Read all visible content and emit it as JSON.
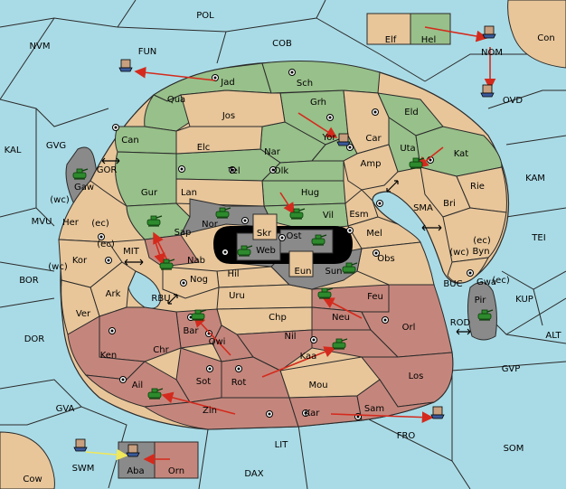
{
  "colors": {
    "sea": "#a9dbe6",
    "green": "#98c08a",
    "tan": "#e8c69a",
    "red": "#c4867c",
    "gray": "#8a8a8a",
    "black": "#000000",
    "arrow": "#d42a1d",
    "yellow_arrow": "#f0e85a"
  },
  "sea_labels": [
    {
      "id": "POL",
      "text": "POL"
    },
    {
      "id": "NVM",
      "text": "NVM"
    },
    {
      "id": "FUN",
      "text": "FUN"
    },
    {
      "id": "COB",
      "text": "COB"
    },
    {
      "id": "NOM",
      "text": "NOM"
    },
    {
      "id": "Con",
      "text": "Con"
    },
    {
      "id": "OVD",
      "text": "OVD"
    },
    {
      "id": "KAL",
      "text": "KAL"
    },
    {
      "id": "GVG",
      "text": "GVG"
    },
    {
      "id": "GOR",
      "text": "GOR"
    },
    {
      "id": "KAM",
      "text": "KAM"
    },
    {
      "id": "SMA",
      "text": "SMA"
    },
    {
      "id": "TEI",
      "text": "TEI"
    },
    {
      "id": "MVU",
      "text": "MVU"
    },
    {
      "id": "MIT",
      "text": "MIT"
    },
    {
      "id": "BOR",
      "text": "BOR"
    },
    {
      "id": "RBU",
      "text": "RBU"
    },
    {
      "id": "BUC",
      "text": "BUC"
    },
    {
      "id": "KUP",
      "text": "KUP"
    },
    {
      "id": "DOR",
      "text": "DOR"
    },
    {
      "id": "ROD",
      "text": "ROD"
    },
    {
      "id": "ALT",
      "text": "ALT"
    },
    {
      "id": "GVP",
      "text": "GVP"
    },
    {
      "id": "GVA",
      "text": "GVA"
    },
    {
      "id": "FRO",
      "text": "FRO"
    },
    {
      "id": "SOM",
      "text": "SOM"
    },
    {
      "id": "LIT",
      "text": "LIT"
    },
    {
      "id": "SWM",
      "text": "SWM"
    },
    {
      "id": "DAX",
      "text": "DAX"
    },
    {
      "id": "Cow",
      "text": "Cow"
    }
  ],
  "land_labels": [
    {
      "id": "Elf",
      "text": "Elf"
    },
    {
      "id": "Hel",
      "text": "Hel"
    },
    {
      "id": "Jad",
      "text": "Jad"
    },
    {
      "id": "Sch",
      "text": "Sch"
    },
    {
      "id": "Qua",
      "text": "Qua"
    },
    {
      "id": "Jos",
      "text": "Jos"
    },
    {
      "id": "Grh",
      "text": "Grh"
    },
    {
      "id": "Eld",
      "text": "Eld"
    },
    {
      "id": "Can",
      "text": "Can"
    },
    {
      "id": "Yor",
      "text": "Yor"
    },
    {
      "id": "Car",
      "text": "Car"
    },
    {
      "id": "Elc",
      "text": "Elc"
    },
    {
      "id": "Nar",
      "text": "Nar"
    },
    {
      "id": "Uta",
      "text": "Uta"
    },
    {
      "id": "Kat",
      "text": "Kat"
    },
    {
      "id": "Amp",
      "text": "Amp"
    },
    {
      "id": "Tel",
      "text": "Tel"
    },
    {
      "id": "Olk",
      "text": "Olk"
    },
    {
      "id": "Gaw",
      "text": "Gaw"
    },
    {
      "id": "Gur",
      "text": "Gur"
    },
    {
      "id": "Lan",
      "text": "Lan"
    },
    {
      "id": "Hug",
      "text": "Hug"
    },
    {
      "id": "Rie",
      "text": "Rie"
    },
    {
      "id": "Bri",
      "text": "Bri"
    },
    {
      "id": "wc1",
      "text": "(wc)"
    },
    {
      "id": "Her",
      "text": "Her"
    },
    {
      "id": "ec1",
      "text": "(ec)"
    },
    {
      "id": "Nor",
      "text": "Nor"
    },
    {
      "id": "Vil",
      "text": "Vil"
    },
    {
      "id": "Esm",
      "text": "Esm"
    },
    {
      "id": "Sap",
      "text": "Sap"
    },
    {
      "id": "Skr",
      "text": "Skr"
    },
    {
      "id": "Ost",
      "text": "Ost"
    },
    {
      "id": "Mel",
      "text": "Mel"
    },
    {
      "id": "ec2",
      "text": "(ec)"
    },
    {
      "id": "Web",
      "text": "Web"
    },
    {
      "id": "ec3",
      "text": "(ec)"
    },
    {
      "id": "wc3",
      "text": "(wc)"
    },
    {
      "id": "Byn",
      "text": "Byn"
    },
    {
      "id": "Kor",
      "text": "Kor"
    },
    {
      "id": "Nab",
      "text": "Nab"
    },
    {
      "id": "Obs",
      "text": "Obs"
    },
    {
      "id": "wc2",
      "text": "(wc)"
    },
    {
      "id": "Hil",
      "text": "Hil"
    },
    {
      "id": "Eun",
      "text": "Eun"
    },
    {
      "id": "Sun",
      "text": "Sun"
    },
    {
      "id": "Gwa",
      "text": "Gwa"
    },
    {
      "id": "ec4",
      "text": "(ec)"
    },
    {
      "id": "Nog",
      "text": "Nog"
    },
    {
      "id": "Pir",
      "text": "Pir"
    },
    {
      "id": "Ark",
      "text": "Ark"
    },
    {
      "id": "Uru",
      "text": "Uru"
    },
    {
      "id": "Feu",
      "text": "Feu"
    },
    {
      "id": "Ver",
      "text": "Ver"
    },
    {
      "id": "Chp",
      "text": "Chp"
    },
    {
      "id": "Neu",
      "text": "Neu"
    },
    {
      "id": "Orl",
      "text": "Orl"
    },
    {
      "id": "Bar",
      "text": "Bar"
    },
    {
      "id": "Qwi",
      "text": "Qwi"
    },
    {
      "id": "Nil",
      "text": "Nil"
    },
    {
      "id": "Ken",
      "text": "Ken"
    },
    {
      "id": "Chr",
      "text": "Chr"
    },
    {
      "id": "Kaa",
      "text": "Kaa"
    },
    {
      "id": "Sot",
      "text": "Sot"
    },
    {
      "id": "Rot",
      "text": "Rot"
    },
    {
      "id": "Los",
      "text": "Los"
    },
    {
      "id": "Ail",
      "text": "Ail"
    },
    {
      "id": "Mou",
      "text": "Mou"
    },
    {
      "id": "Zin",
      "text": "Zin"
    },
    {
      "id": "Kar",
      "text": "Kar"
    },
    {
      "id": "Sam",
      "text": "Sam"
    },
    {
      "id": "Aba",
      "text": "Aba"
    },
    {
      "id": "Orn",
      "text": "Orn"
    }
  ],
  "armies": [
    {
      "id": "a-Gaw",
      "color": "#2d8a2d"
    },
    {
      "id": "a-Sap",
      "color": "#2d8a2d"
    },
    {
      "id": "a-Nab",
      "color": "#2d8a2d"
    },
    {
      "id": "a-Vil",
      "color": "#2d8a2d"
    },
    {
      "id": "a-Web",
      "color": "#2d8a2d"
    },
    {
      "id": "a-Ost",
      "color": "#2d8a2d"
    },
    {
      "id": "a-Nor",
      "color": "#2d8a2d"
    },
    {
      "id": "a-Sun",
      "color": "#2d8a2d"
    },
    {
      "id": "a-Uta",
      "color": "#2d8a2d"
    },
    {
      "id": "a-Pir",
      "color": "#2d8a2d"
    },
    {
      "id": "a-Feu",
      "color": "#2d8a2d"
    },
    {
      "id": "a-Kaa",
      "color": "#2d8a2d"
    },
    {
      "id": "a-Bar",
      "color": "#2d8a2d"
    },
    {
      "id": "a-Ail",
      "color": "#2d8a2d"
    }
  ],
  "fleets": [
    {
      "id": "f-Jad"
    },
    {
      "id": "f-NOM"
    },
    {
      "id": "f-OVD"
    },
    {
      "id": "f-Yor"
    },
    {
      "id": "f-FRO"
    },
    {
      "id": "f-SWM"
    },
    {
      "id": "f-Aba"
    }
  ]
}
